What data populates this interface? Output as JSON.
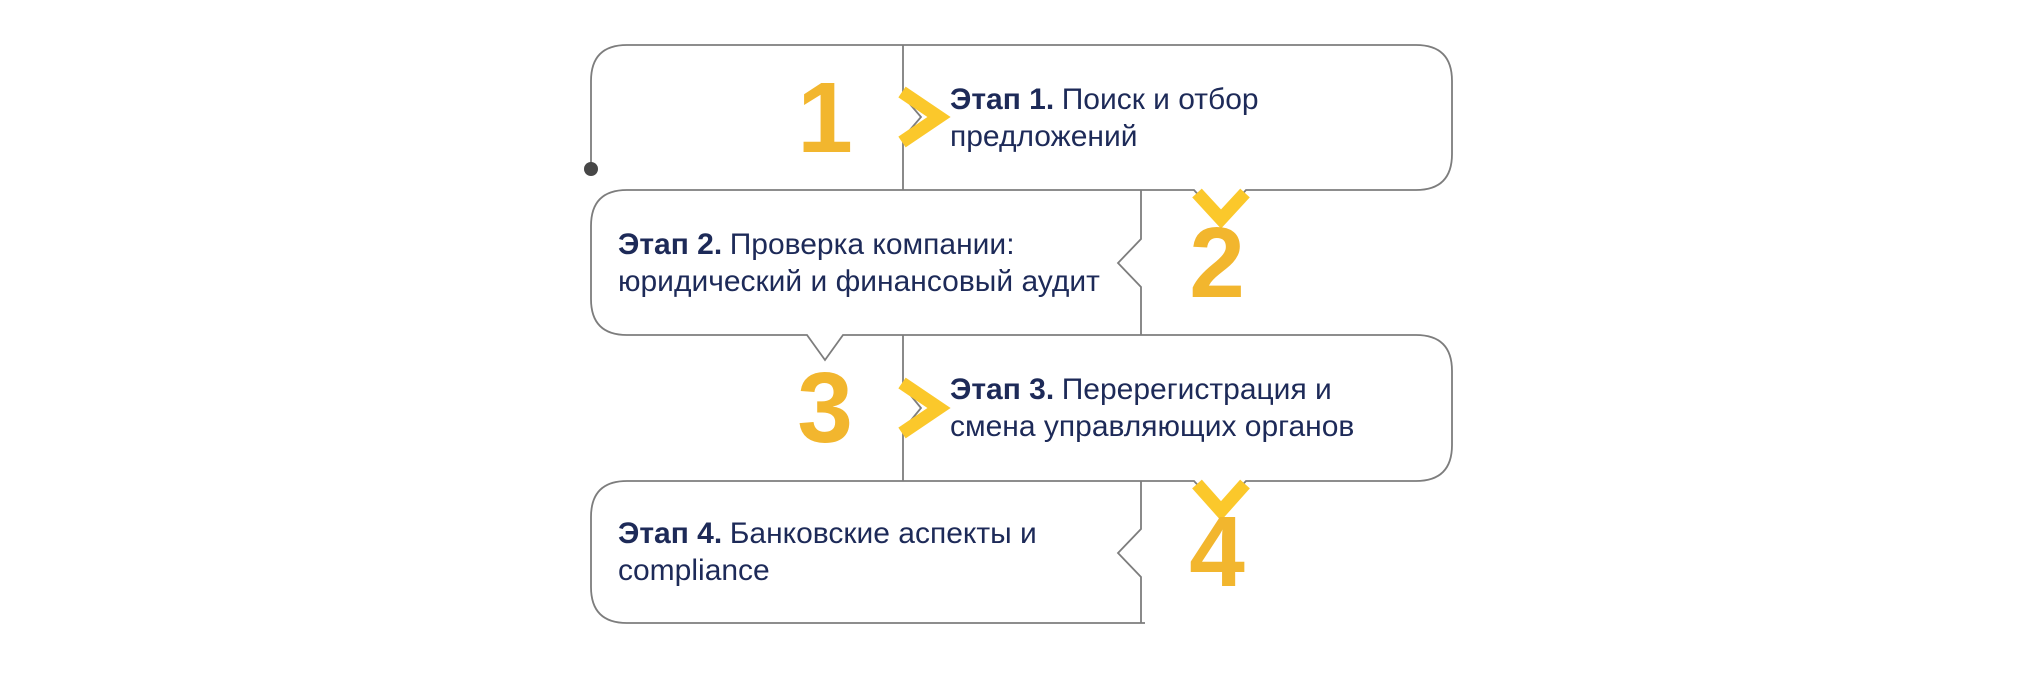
{
  "colors": {
    "border_gray": "#7d7d7d",
    "dot_gray": "#474747",
    "navy": "#1d2a58",
    "number_yellow": "#f2b62e",
    "chevron_yellow": "#fbc82b",
    "bg": "#ffffff"
  },
  "icons": {
    "start_dot": "start-dot",
    "right_chevron": "chevron-right",
    "down_chevron": "chevron-down",
    "notch_left": "notch-left",
    "notch_down": "notch-down"
  },
  "steps": [
    {
      "number": "1",
      "label_bold": "Этап 1.",
      "label_text": "Поиск и отбор\nпредложений"
    },
    {
      "number": "2",
      "label_bold": "Этап 2.",
      "label_text": "Проверка компании:\nюридический и финансовый аудит"
    },
    {
      "number": "3",
      "label_bold": "Этап 3.",
      "label_text": "Перерегистрация и\nсмена управляющих органов"
    },
    {
      "number": "4",
      "label_bold": "Этап 4.",
      "label_text": "Банковские аспекты и\ncompliance"
    }
  ]
}
